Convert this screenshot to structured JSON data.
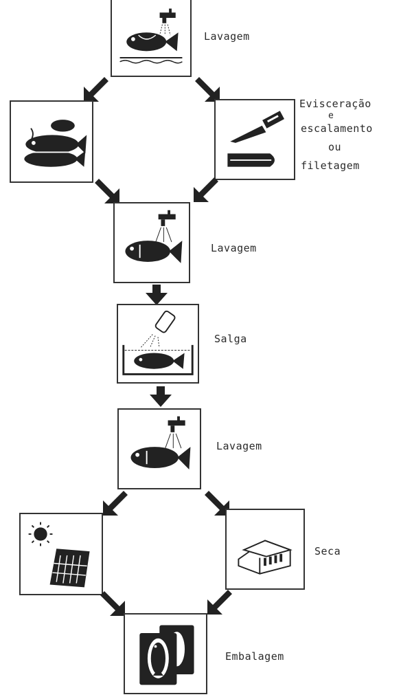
{
  "steps": {
    "wash_1": "Lavagem",
    "evisceration_line1": "Evisceração",
    "evisceration_line2": "e",
    "evisceration_line3": "escalamento",
    "evisceration_line4": "ou",
    "evisceration_line5": "filetagem",
    "wash_2": "Lavagem",
    "salting": "Salga",
    "wash_3": "Lavagem",
    "drying": "Seca",
    "packaging": "Embalagem"
  }
}
